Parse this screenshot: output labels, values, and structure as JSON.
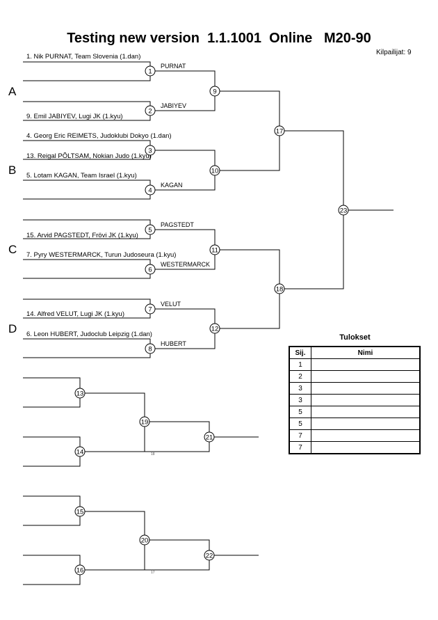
{
  "header": {
    "title": "Testing new version  1.1.1001  Online   M20-90",
    "competitors_count": "Kilpailijat: 9"
  },
  "pools": [
    "A",
    "B",
    "C",
    "D"
  ],
  "entries": [
    "1. Nik PURNAT, Team Slovenia (1.dan)",
    "9. Emil JABIYEV, Lugi JK (1.kyu)",
    "4. Georg Eric REIMETS, Judoklubi Dokyo (1.dan)",
    "13. Reigal PÕLTSAM, Nokian Judo (1.kyu)",
    "5. Lotam KAGAN, Team Israel (1.kyu)",
    "15. Arvid PAGSTEDT, Frövi JK (1.kyu)",
    "7. Pyry WESTERMARCK, Turun Judoseura (1.kyu)",
    "14. Alfred VELUT, Lugi JK (1.kyu)",
    "6. Leon HUBERT, Judoclub Leipzig (1.dan)"
  ],
  "winners": [
    "PURNAT",
    "JABIYEV",
    "KAGAN",
    "PAGSTEDT",
    "WESTERMARCK",
    "VELUT",
    "HUBERT"
  ],
  "match_numbers": [
    "1",
    "2",
    "3",
    "4",
    "5",
    "6",
    "7",
    "8",
    "9",
    "10",
    "11",
    "12",
    "13",
    "14",
    "15",
    "16",
    "17",
    "18",
    "19",
    "20",
    "21",
    "22",
    "23"
  ],
  "tiny_labels": [
    "18",
    "17"
  ],
  "results": {
    "title": "Tulokset",
    "col_rank": "Sij.",
    "col_name": "Nimi",
    "ranks": [
      "1",
      "2",
      "3",
      "3",
      "5",
      "5",
      "7",
      "7"
    ]
  }
}
